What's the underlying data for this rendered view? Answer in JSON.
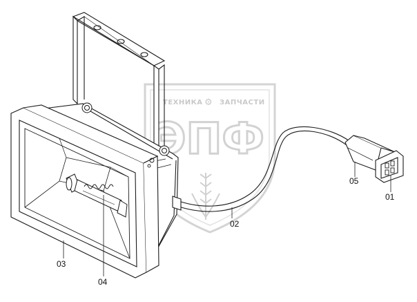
{
  "watermark": {
    "left_word": "ТЕХНИКА",
    "right_word": "ЗАПЧАСТИ",
    "letters": "ЭПФ",
    "colors": {
      "stroke": "#cfcfcf",
      "text": "#c9c9c9"
    }
  },
  "callouts": [
    {
      "id": "01",
      "label": "01",
      "part": "plug-connector"
    },
    {
      "id": "02",
      "label": "02",
      "part": "power-cable"
    },
    {
      "id": "03",
      "label": "03",
      "part": "floodlight-housing"
    },
    {
      "id": "04",
      "label": "04",
      "part": "halogen-lamp"
    },
    {
      "id": "05",
      "label": "05",
      "part": "cable-boot"
    }
  ],
  "colors": {
    "line": "#1a1a1a",
    "background": "#ffffff"
  }
}
